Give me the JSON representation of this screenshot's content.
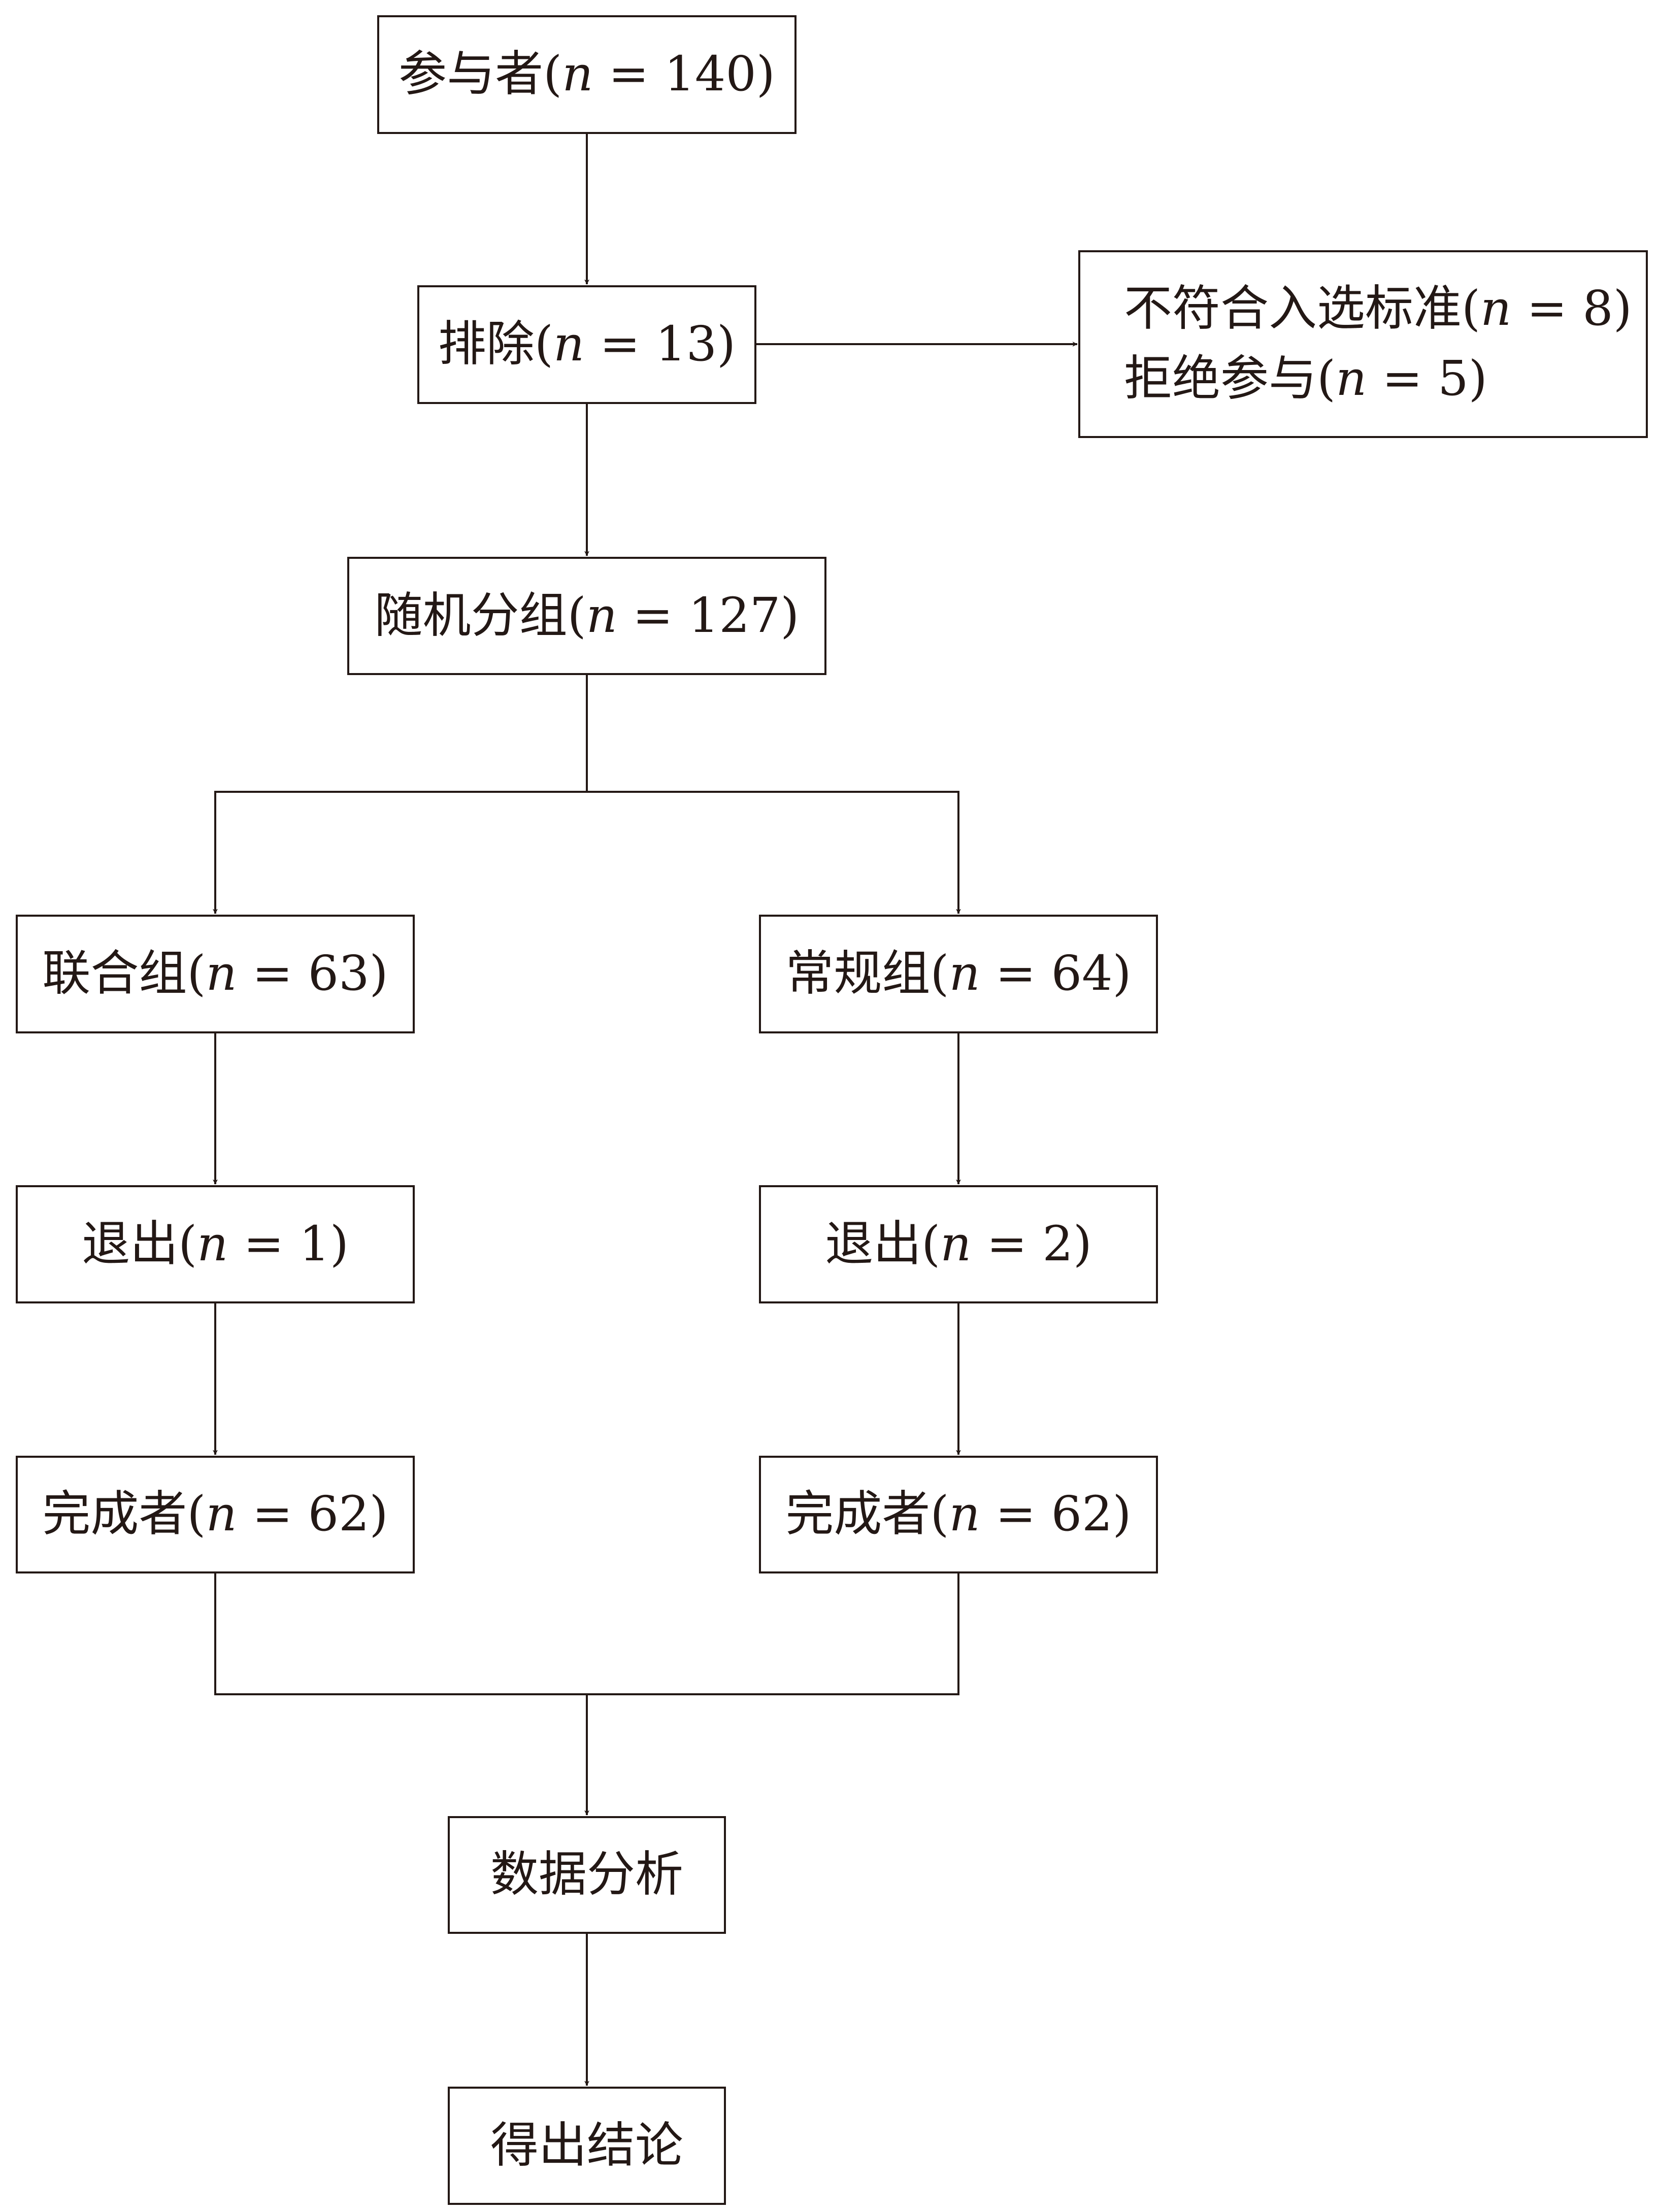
{
  "diagram": {
    "participants": {
      "label": "参与者",
      "n": "140"
    },
    "excluded": {
      "label": "排除",
      "n": "13"
    },
    "excluded_reasons": [
      {
        "label": "不符合入选标准",
        "n": "8"
      },
      {
        "label": "拒绝参与",
        "n": "5"
      }
    ],
    "randomized": {
      "label": "随机分组",
      "n": "127"
    },
    "combined_group": {
      "label": "联合组",
      "n": "63"
    },
    "conventional_group": {
      "label": "常规组",
      "n": "64"
    },
    "combined_withdrawn": {
      "label": "退出",
      "n": "1"
    },
    "conventional_withdrawn": {
      "label": "退出",
      "n": "2"
    },
    "combined_completed": {
      "label": "完成者",
      "n": "62"
    },
    "conventional_completed": {
      "label": "完成者",
      "n": "62"
    },
    "data_analysis": {
      "label": "数据分析"
    },
    "conclusion": {
      "label": "得出结论"
    },
    "n_symbol": "n",
    "equals": "=",
    "line_color": "#231815"
  }
}
